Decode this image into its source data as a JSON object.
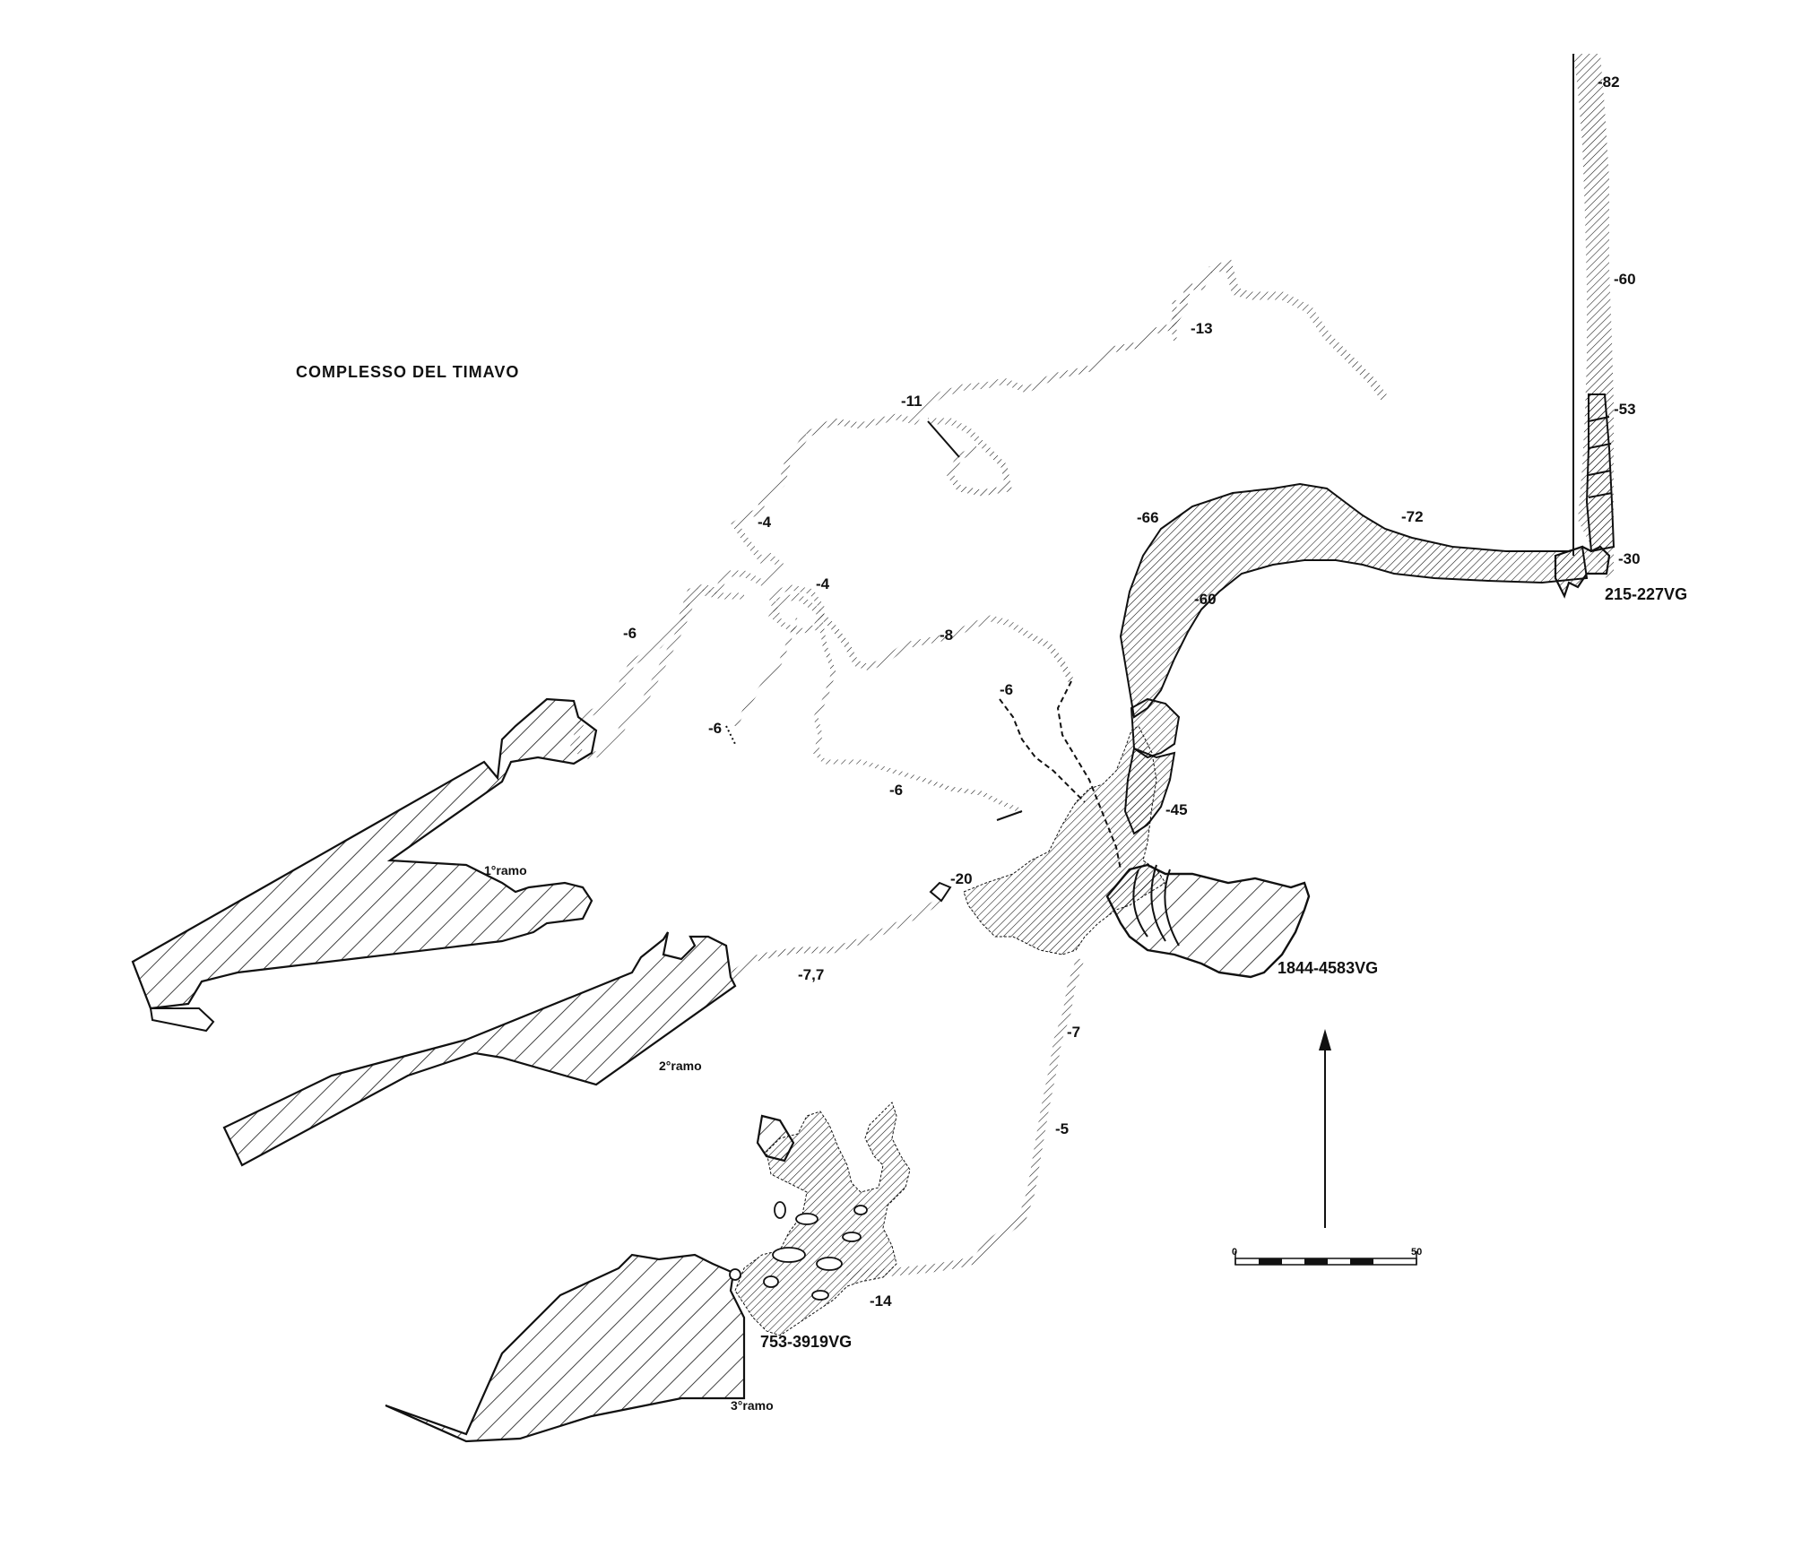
{
  "title": "COMPLESSO DEL TIMAVO",
  "colors": {
    "ink": "#111111",
    "background": "#ffffff"
  },
  "branches": {
    "b1": "1°ramo",
    "b2": "2°ramo",
    "b3": "3°ramo"
  },
  "caves": {
    "c1": "215-227VG",
    "c2": "1844-4583VG",
    "c3": "753-3919VG"
  },
  "depths": {
    "d82": "-82",
    "d60a": "-60",
    "d53": "-53",
    "d30": "-30",
    "d13": "-13",
    "d11": "-11",
    "d4a": "-4",
    "d4b": "-4",
    "d6a": "-6",
    "d6b": "-6",
    "d6c": "-6",
    "d6d": "-6",
    "d8": "-8",
    "d66": "-66",
    "d72": "-72",
    "d60b": "-60",
    "d45": "-45",
    "d20": "-20",
    "d77": "-7,7",
    "d7": "-7",
    "d5": "-5",
    "d14": "-14"
  },
  "scale_bar": {
    "min": "0",
    "max": "50"
  },
  "north_arrow_icon": "north-arrow-icon"
}
